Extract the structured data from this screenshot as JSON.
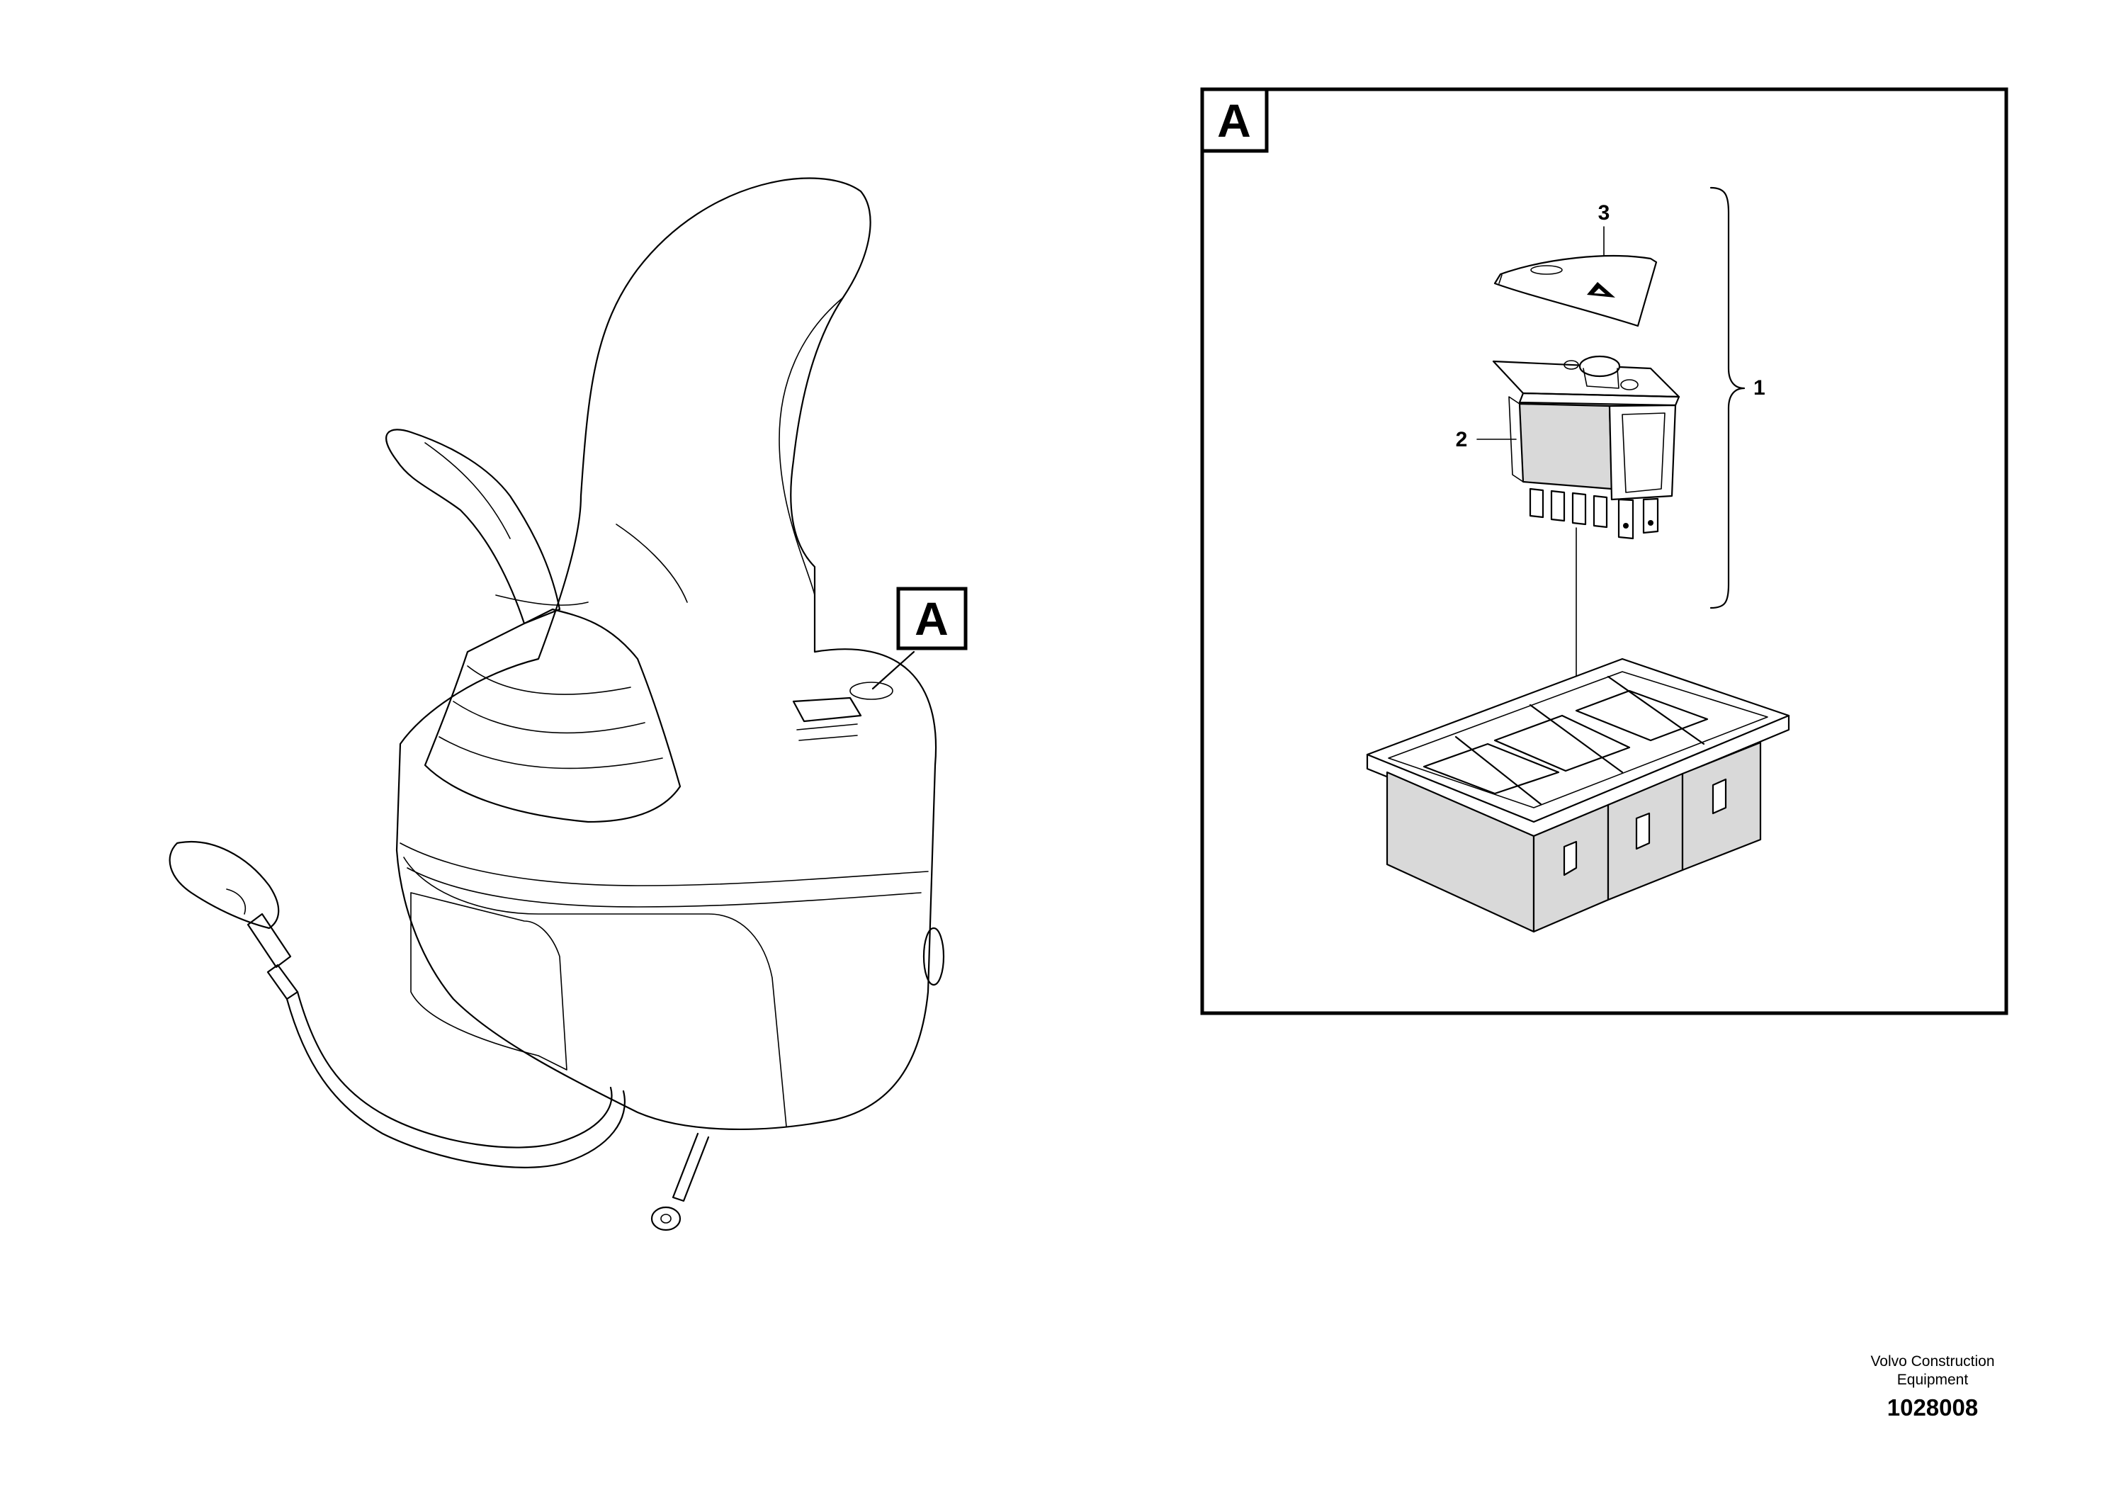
{
  "detail_marker": {
    "letter": "A"
  },
  "detail_panel": {
    "letter": "A"
  },
  "callouts": {
    "assembly": "1",
    "switch": "2",
    "rocker_cap": "3"
  },
  "footer": {
    "company_line1": "Volvo Construction",
    "company_line2": "Equipment",
    "drawing_number": "1028008"
  },
  "icons": {
    "hazard_symbol": "warning-triangle-icon"
  }
}
